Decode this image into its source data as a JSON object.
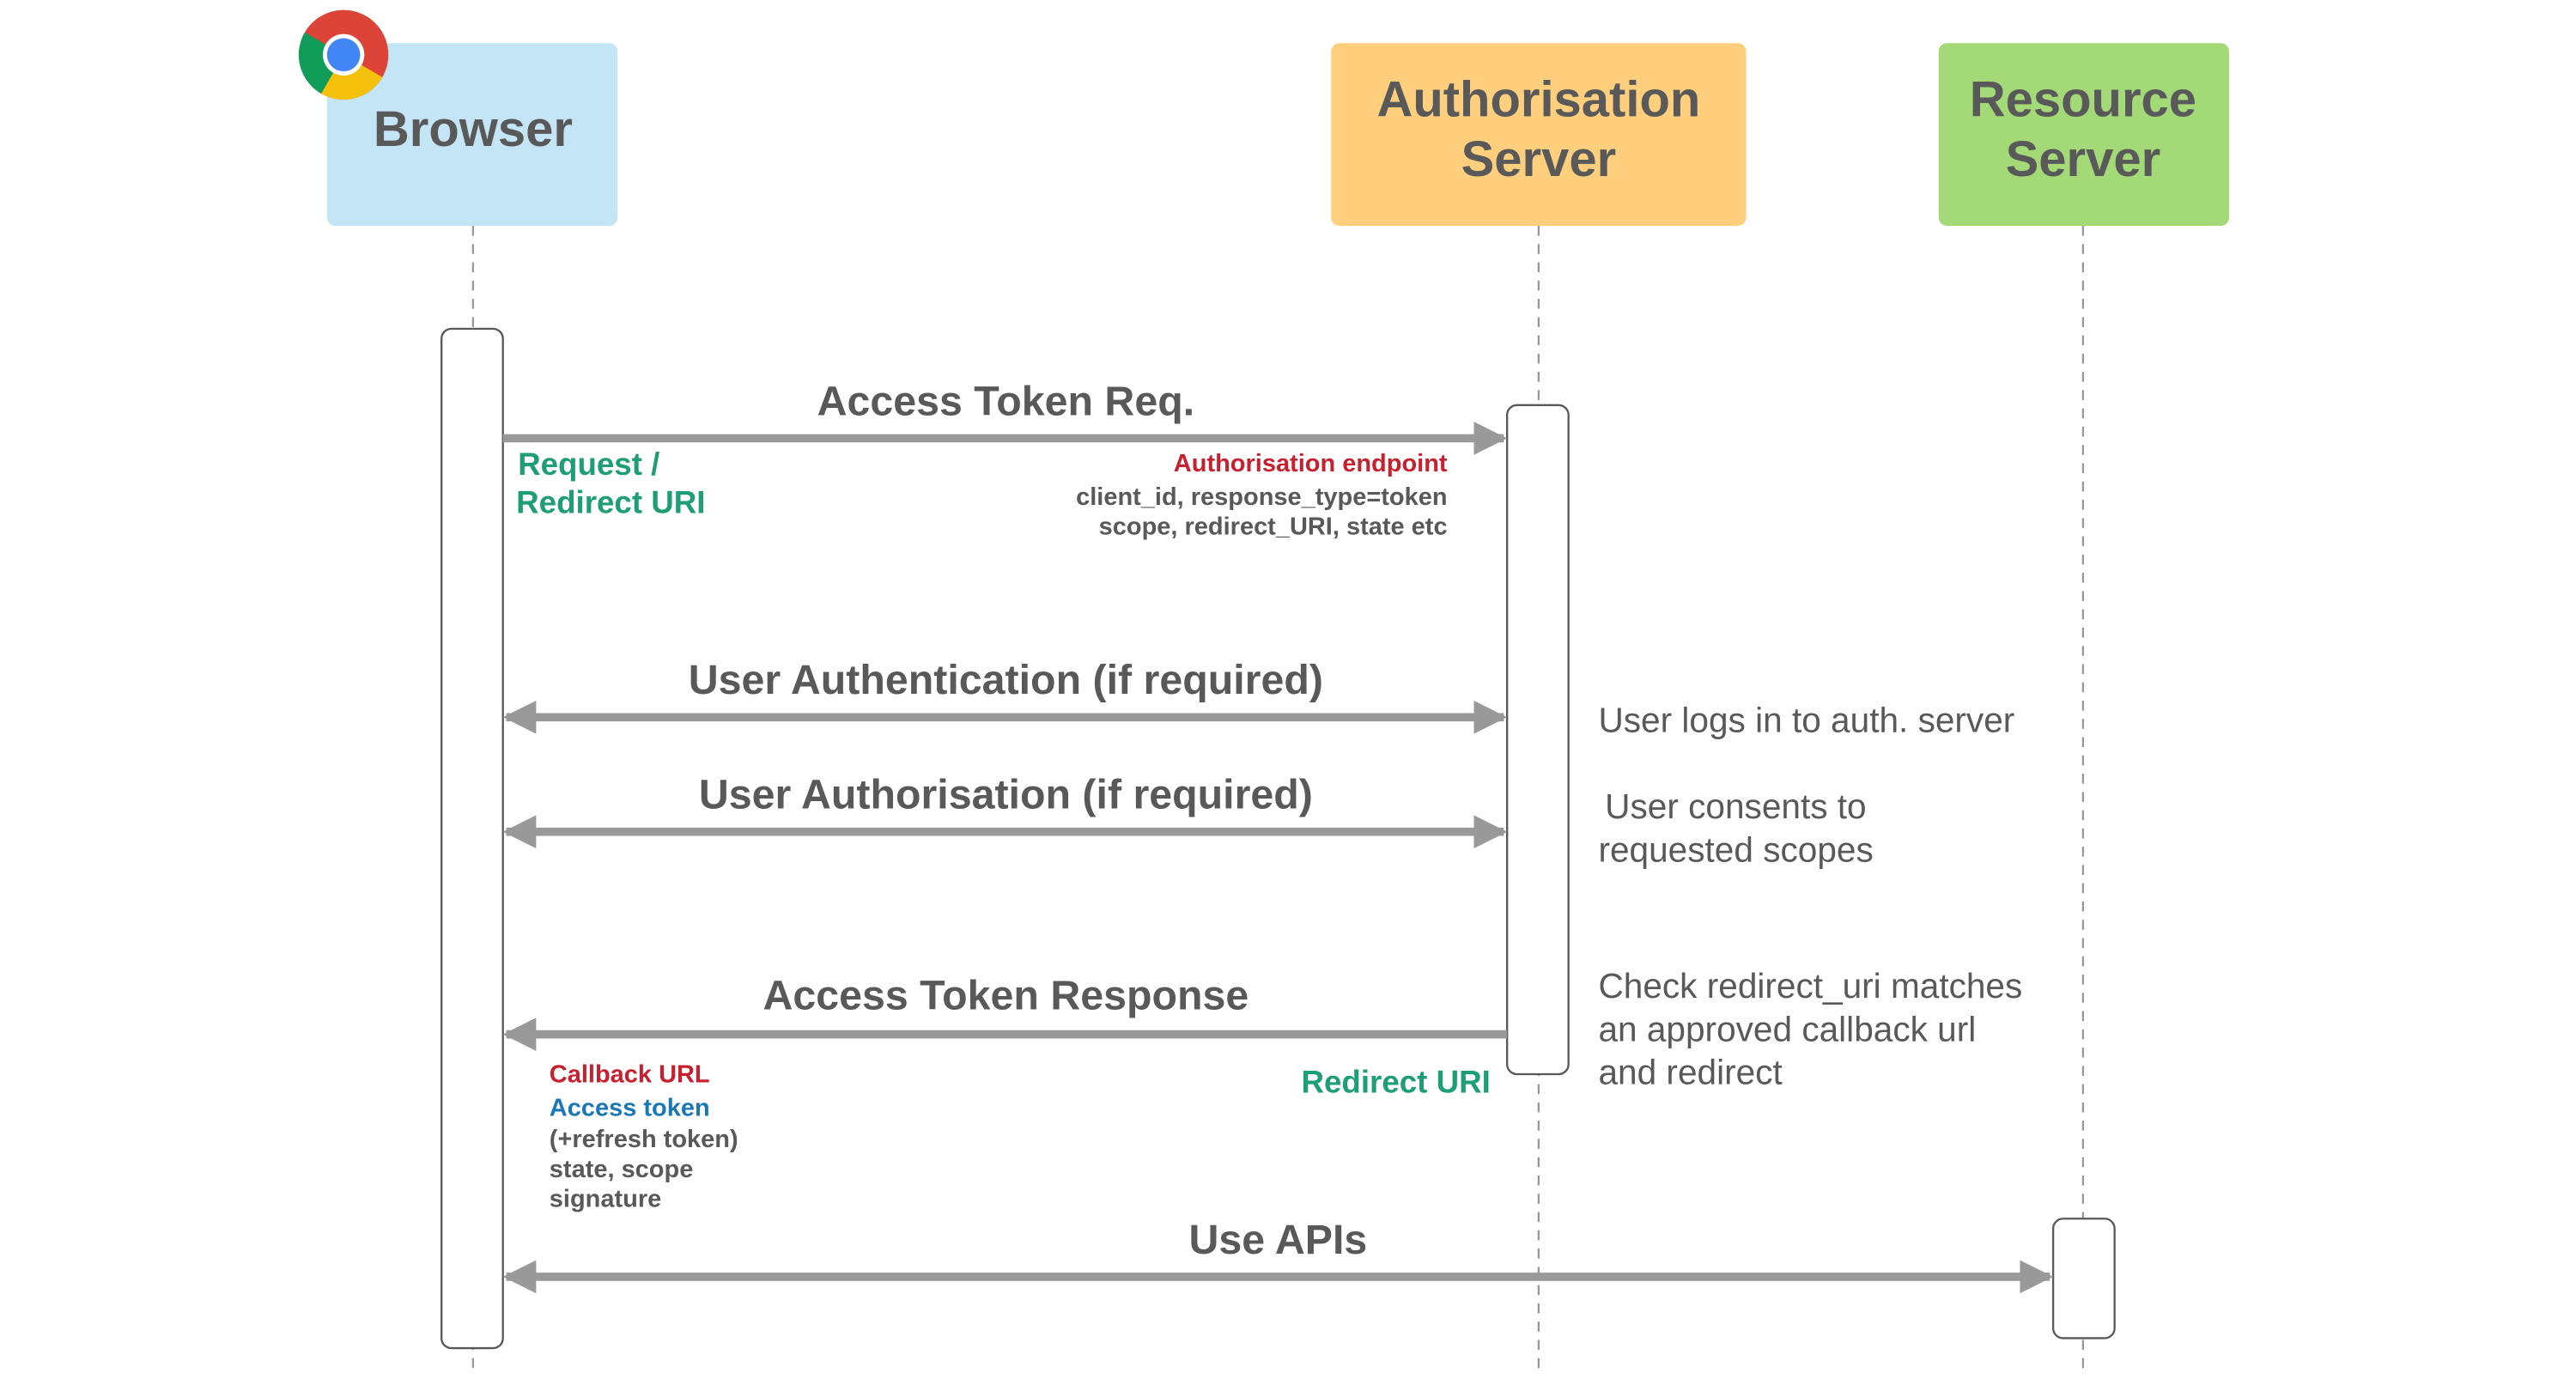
{
  "participants": {
    "browser": {
      "label": "Browser",
      "fill": "#c3e5f6",
      "icon": "chrome-logo-icon"
    },
    "auth_server": {
      "label_line1": "Authorisation",
      "label_line2": "Server",
      "fill": "#ffcf7d"
    },
    "resource_server": {
      "label_line1": "Resource",
      "label_line2": "Server",
      "fill": "#a3d977"
    }
  },
  "messages": {
    "access_token_req": "Access Token Req.",
    "user_authentication": "User Authentication (if required)",
    "user_authorisation": "User Authorisation (if required)",
    "access_token_response": "Access Token Response",
    "use_apis": "Use APIs"
  },
  "labels": {
    "request_redirect_line1": "Request /",
    "request_redirect_line2": "Redirect URI",
    "authorisation_endpoint": "Authorisation endpoint",
    "params_line1": "client_id, response_type=token",
    "params_line2": "scope, redirect_URI, state etc",
    "redirect_uri": "Redirect URI",
    "callback_url": "Callback URL",
    "access_token": "Access token",
    "refresh_token": "(+refresh token)",
    "state_scope": "state, scope",
    "signature": "signature"
  },
  "notes": {
    "user_logs_in": "User logs in to auth. server",
    "consents_line1": "User consents to",
    "consents_line2": "requested scopes",
    "check_line1": "Check redirect_uri matches",
    "check_line2": "an approved callback url",
    "check_line3": "and redirect"
  },
  "colors": {
    "arrow": "#999999",
    "text_dark": "#595959",
    "green_label": "#1e9e74",
    "red_label": "#c8202f",
    "blue_label": "#1a78b8"
  }
}
